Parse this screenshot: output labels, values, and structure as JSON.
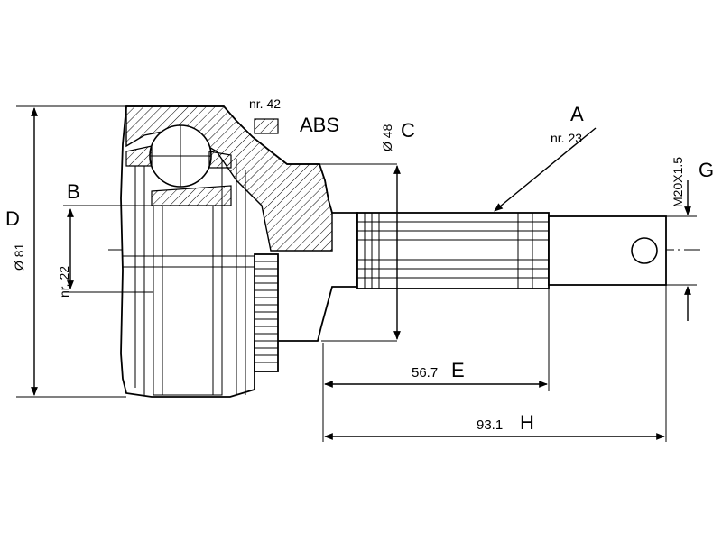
{
  "labels": {
    "nr42": "nr. 42",
    "abs": "ABS",
    "d48": "Ø 48",
    "c": "C",
    "a": "A",
    "nr23": "nr. 23",
    "m20": "M20X1.5",
    "g": "G",
    "b": "B",
    "d": "D",
    "d81": "Ø 81",
    "nr22": "nr. 22",
    "dimE": "56.7",
    "e": "E",
    "dimH": "93.1",
    "h": "H"
  },
  "dimensions": {
    "outer_diameter_mm": 81,
    "abs_ring_diameter_mm": 48,
    "shaft_length_e_mm": 56.7,
    "total_length_h_mm": 93.1,
    "thread": "M20X1.5",
    "teeth_a": 23,
    "teeth_b": 22,
    "abs_teeth": 42
  }
}
